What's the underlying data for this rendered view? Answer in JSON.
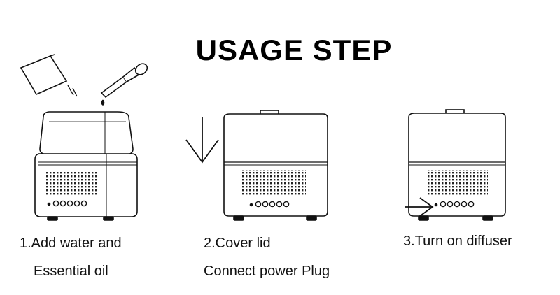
{
  "title": "USAGE STEP",
  "steps": [
    {
      "line1": "1.Add water and",
      "line2": "Essential oil",
      "icon": "diffuser-fill-icon"
    },
    {
      "line1": "2.Cover lid",
      "line2": "Connect power Plug",
      "icon": "diffuser-cover-icon"
    },
    {
      "line1": "3.Turn on diffuser",
      "icon": "diffuser-power-icon"
    }
  ]
}
